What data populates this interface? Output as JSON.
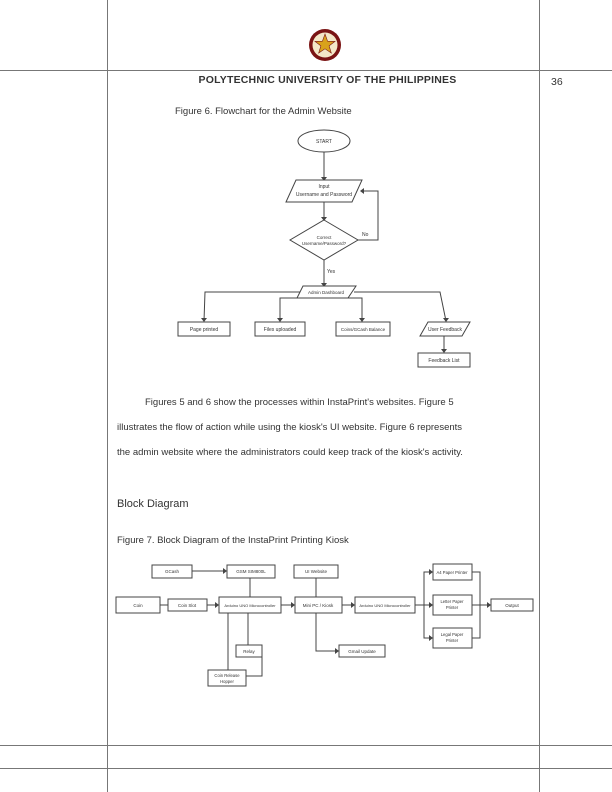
{
  "header": {
    "university": "POLYTECHNIC UNIVERSITY OF THE PHILIPPINES",
    "page_number": "36"
  },
  "figure6": {
    "caption": "Figure 6. Flowchart for the Admin Website",
    "start": "START",
    "input_line1": "Input",
    "input_line2": "Username and Password",
    "decision_line1": "Correct",
    "decision_line2": "Username/Password?",
    "no_label": "No",
    "yes_label": "Yes",
    "dashboard": "Admin Dashboard",
    "pages_printed": "Page printed",
    "files_uploaded": "Files uploaded",
    "coins_balance": "Coins/GCash Balance",
    "user_feedback": "User Feedback",
    "feedback_list": "Feedback List"
  },
  "body": {
    "para_line1": "Figures 5 and 6 show the processes within InstaPrint's websites. Figure 5",
    "para_line2": "illustrates the flow of action while using the kiosk's UI website. Figure 6 represents",
    "para_line3": "the admin website where the administrators could keep track of the kiosk's activity.",
    "section_heading": "Block Diagram"
  },
  "figure7": {
    "caption": "Figure 7. Block Diagram of the InstaPrint Printing Kiosk",
    "gcash": "GCash",
    "gsm": "GSM SIM800L",
    "ui_website": "UI Website",
    "coin": "Coin",
    "coin_slot": "Coin Slot",
    "arduino_uno": "Arduino UNO Microcontroller",
    "mini_pc": "Mini PC / Kiosk",
    "arduino_uno2": "Arduino UNO Microcontroller",
    "a4_printer": "A4 Paper Printer",
    "letter_printer_l1": "Letter Paper",
    "letter_printer_l2": "Printer",
    "legal_printer_l1": "Legal Paper",
    "legal_printer_l2": "Printer",
    "output": "Output",
    "relay": "Relay",
    "coin_release_l1": "Coin Release",
    "coin_release_l2": "Hopper",
    "gmail_update": "Gmail Update"
  }
}
